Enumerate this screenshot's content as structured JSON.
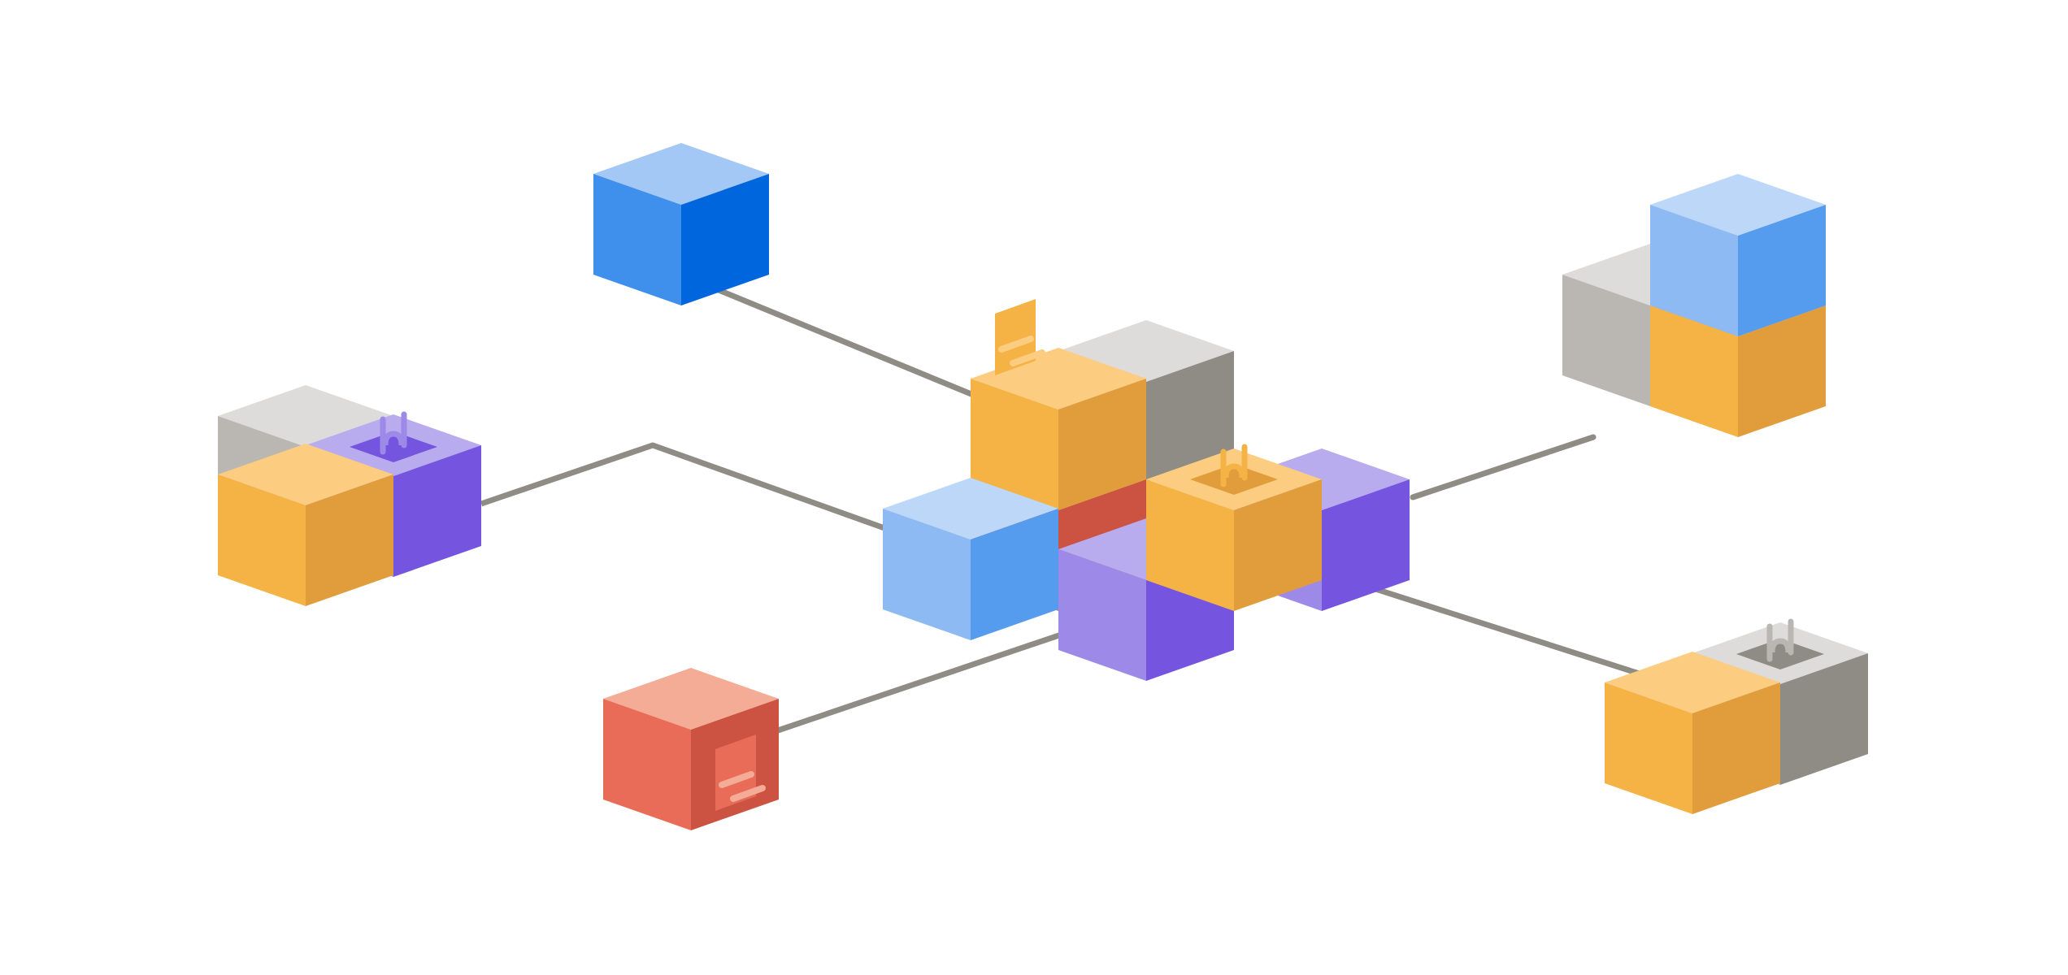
{
  "diagram": {
    "type": "isometric-cube-network",
    "background": "#ffffff",
    "connector_color": "#8f8b85",
    "palette": {
      "blue": {
        "top": "#a3c8f5",
        "left": "#3f8fec",
        "right": "#0066dd"
      },
      "sky": {
        "top": "#bcd7f8",
        "left": "#8dbaf2",
        "right": "#559cef"
      },
      "orange": {
        "top": "#fccc80",
        "left": "#f5b346",
        "right": "#e19d3b"
      },
      "red": {
        "top": "#f4ac97",
        "left": "#e96c58",
        "right": "#cc5242"
      },
      "purple": {
        "top": "#b8abee",
        "left": "#9d8ae8",
        "right": "#7555df"
      },
      "gray": {
        "top": "#dddcda",
        "left": "#bab7b2",
        "right": "#8f8b85"
      }
    },
    "clusters": [
      {
        "name": "center-cluster",
        "cubes": [
          "gray",
          "red",
          "orange",
          "sky",
          "purple",
          "orange",
          "purple"
        ]
      },
      {
        "name": "top-left-cube",
        "cubes": [
          "blue"
        ]
      },
      {
        "name": "left-cluster",
        "cubes": [
          "gray",
          "purple",
          "orange",
          "orange"
        ]
      },
      {
        "name": "bottom-left-cube",
        "cubes": [
          "red"
        ]
      },
      {
        "name": "top-right-cluster",
        "cubes": [
          "gray",
          "sky",
          "orange"
        ]
      },
      {
        "name": "bottom-right-cluster",
        "cubes": [
          "gray",
          "gray",
          "orange"
        ]
      }
    ],
    "icons": [
      {
        "name": "monitor-icon",
        "on": "orange"
      },
      {
        "name": "monitor-icon",
        "on": "red"
      },
      {
        "name": "socket-icon",
        "on": "purple"
      },
      {
        "name": "socket-icon",
        "on": "orange"
      },
      {
        "name": "socket-icon",
        "on": "gray"
      }
    ]
  }
}
